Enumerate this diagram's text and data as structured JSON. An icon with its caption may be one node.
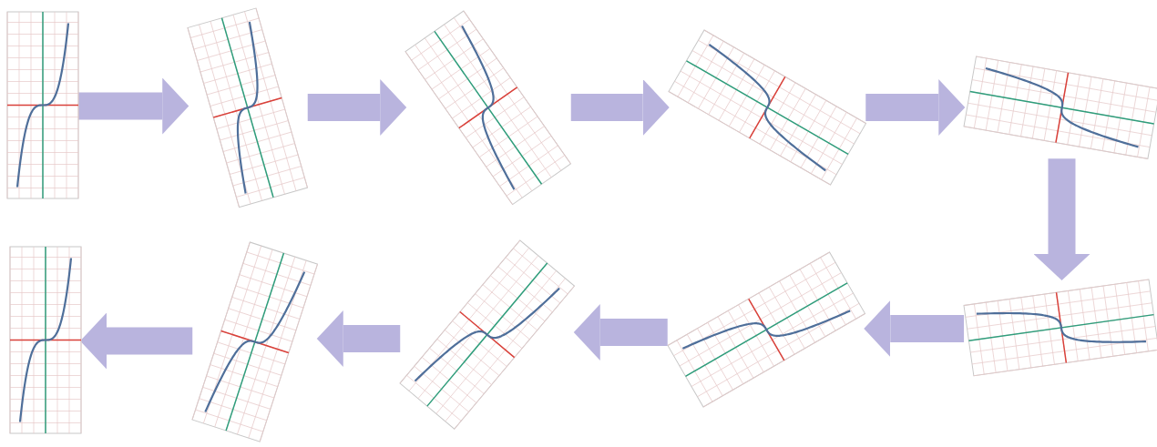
{
  "diagram": {
    "nodes": [
      {
        "text": [],
        "shape": "picture"
      },
      {
        "text": [],
        "shape": "picture"
      },
      {
        "text": [],
        "shape": "picture"
      },
      {
        "text": [],
        "shape": "picture"
      },
      {
        "text": [],
        "shape": "picture"
      },
      {
        "text": [],
        "shape": "picture"
      },
      {
        "text": [],
        "shape": "picture"
      },
      {
        "text": [],
        "shape": "picture"
      },
      {
        "text": [],
        "shape": "picture"
      },
      {
        "text": [],
        "shape": "picture"
      }
    ],
    "edges": [
      {
        "from": 0,
        "to": 1,
        "arrow": "to"
      },
      {
        "from": 1,
        "to": 2,
        "arrow": "to"
      },
      {
        "from": 2,
        "to": 3,
        "arrow": "to"
      },
      {
        "from": 3,
        "to": 4,
        "arrow": "to"
      },
      {
        "from": 4,
        "to": 5,
        "arrow": "to"
      },
      {
        "from": 5,
        "to": 6,
        "arrow": "to"
      },
      {
        "from": 6,
        "to": 7,
        "arrow": "to"
      },
      {
        "from": 7,
        "to": 8,
        "arrow": "to"
      },
      {
        "from": 8,
        "to": 9,
        "arrow": "to"
      }
    ]
  }
}
